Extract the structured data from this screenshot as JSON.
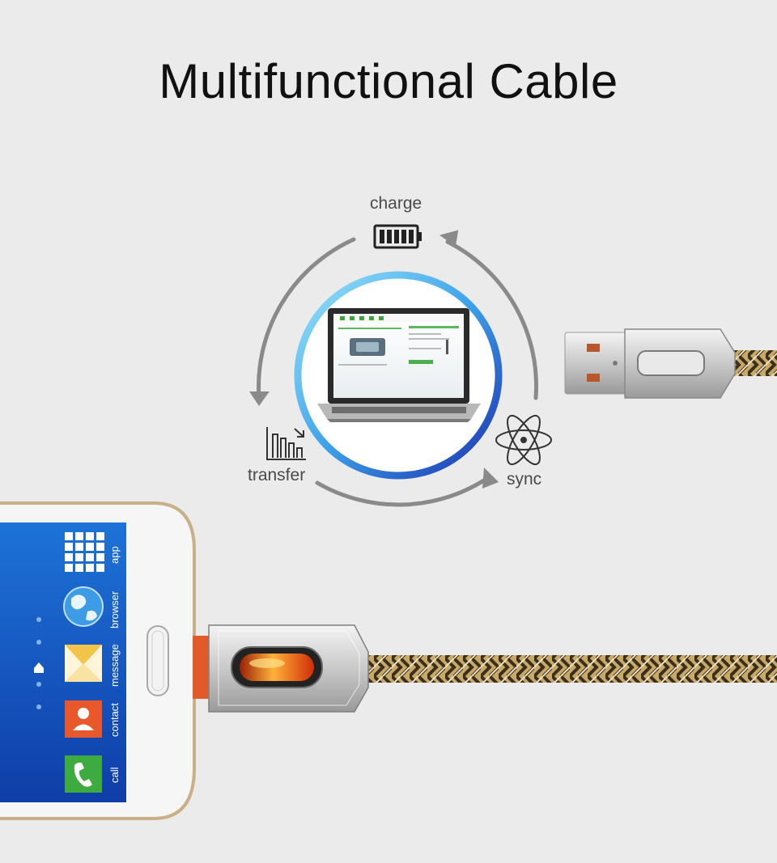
{
  "title": "Multifunctional Cable",
  "cycle": {
    "charge": "charge",
    "transfer": "transfer",
    "sync": "sync"
  },
  "phone_apps": [
    "app",
    "browser",
    "message",
    "contact",
    "call"
  ],
  "icons": [
    "battery-icon",
    "transfer-chart-icon",
    "atom-sync-icon",
    "laptop",
    "usb-connector",
    "micro-usb-connector",
    "phone"
  ],
  "colors": {
    "background": "#ebebeb",
    "ring_start": "#7fd8f5",
    "ring_end": "#1b3fb8",
    "phone_screen": "#1b5fc8",
    "cable_gold": "#b8965a",
    "led": "#ff6a1a"
  }
}
